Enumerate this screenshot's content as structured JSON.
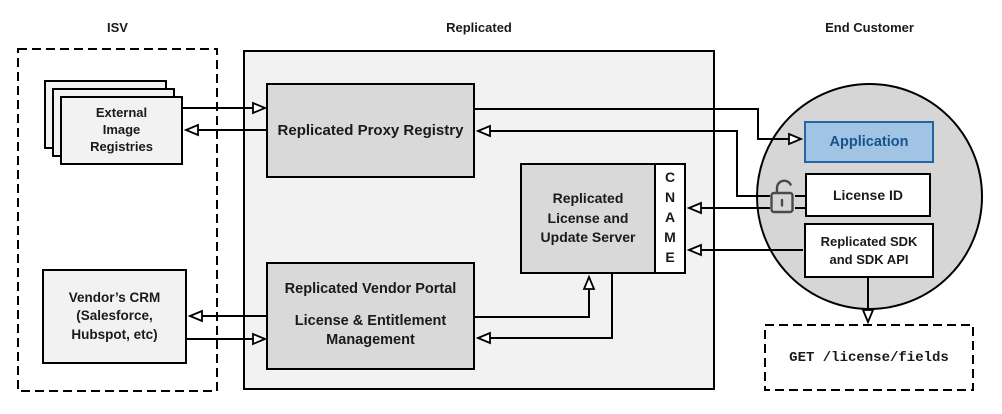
{
  "titles": {
    "isv": "ISV",
    "replicated": "Replicated",
    "end_customer": "End Customer"
  },
  "nodes": {
    "registries": {
      "label": "External\nImage\nRegistries"
    },
    "crm": {
      "label": "Vendor’s CRM\n(Salesforce,\nHubspot, etc)"
    },
    "proxy": {
      "label": "Replicated Proxy Registry"
    },
    "server": {
      "label": "Replicated\nLicense and\nUpdate Server",
      "cname": "CNAME"
    },
    "portal": {
      "title": "Replicated Vendor Portal",
      "subtitle": "License & Entitlement\nManagement"
    },
    "application": {
      "label": "Application"
    },
    "license_id": {
      "label": "License ID"
    },
    "sdk": {
      "label": "Replicated SDK\nand SDK API"
    },
    "api": {
      "label": "GET /license/fields"
    }
  },
  "icons": {
    "unlock": "unlock-icon"
  },
  "colors": {
    "node_fill": "#d9d9d9",
    "container_fill": "#f2f2f2",
    "light_node_fill": "#f2f2f2",
    "circle_fill": "#d6d6d6",
    "white_node_fill": "#ffffff",
    "application_fill": "#a2c4e4",
    "application_border": "#2265a0",
    "application_text": "#17538c",
    "line": "#000000"
  }
}
